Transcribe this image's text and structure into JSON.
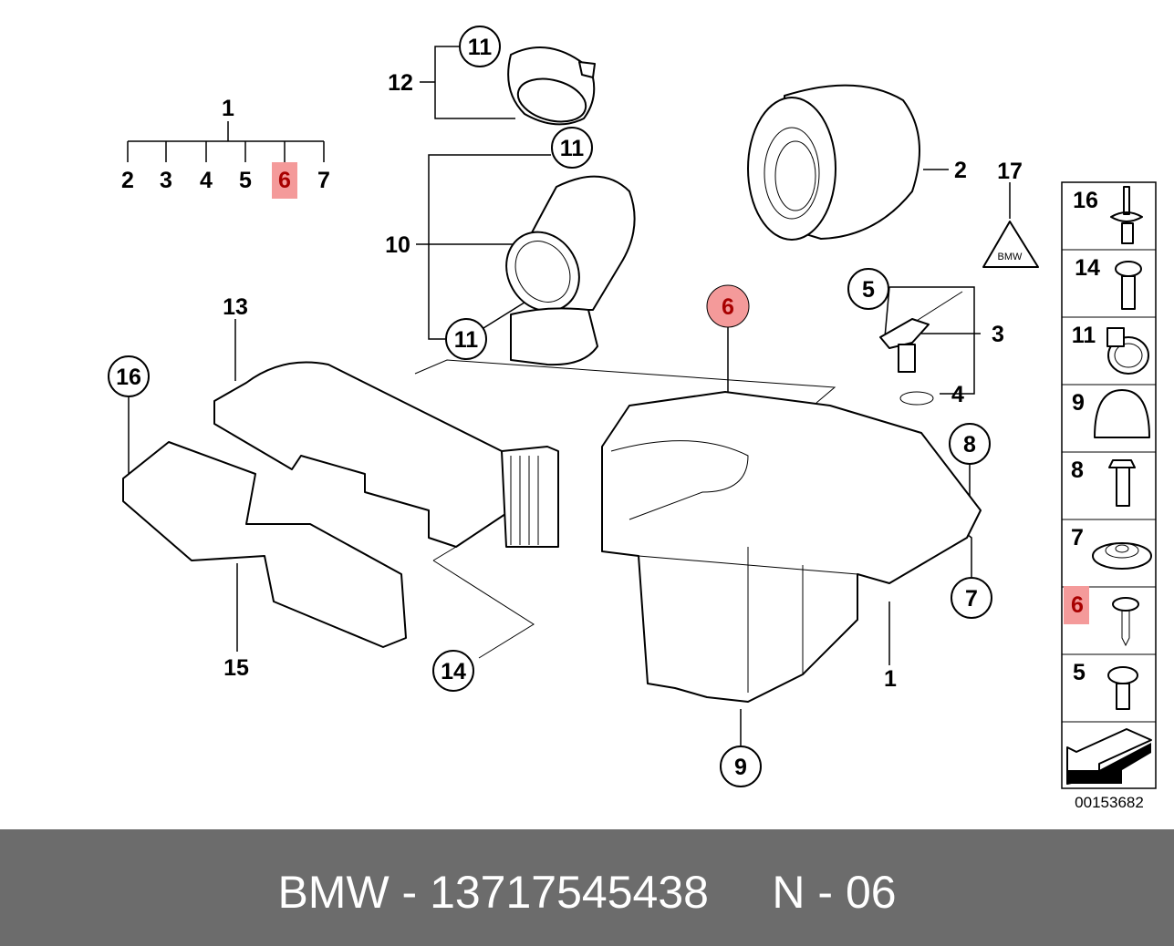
{
  "diagram": {
    "tree": {
      "parent": "1",
      "children": [
        "2",
        "3",
        "4",
        "5",
        "6",
        "7"
      ],
      "highlighted": "6"
    },
    "callouts_circled": {
      "c11a": "11",
      "c11b": "11",
      "c11c": "11",
      "c16": "16",
      "c6": "6",
      "c5": "5",
      "c8": "8",
      "c7": "7",
      "c14": "14",
      "c9": "9"
    },
    "callouts_plain": {
      "p12": "12",
      "p10": "10",
      "p13": "13",
      "p15": "15",
      "p2": "2",
      "p17": "17",
      "p3": "3",
      "p4": "4",
      "p1": "1"
    },
    "highlight_color": "#f49a9a",
    "side_panel": {
      "rows": [
        "16",
        "14",
        "11",
        "9",
        "8",
        "7",
        "6",
        "5"
      ],
      "highlighted": "6"
    },
    "diagram_number": "00153682"
  },
  "footer": {
    "text": "BMW - 13717545438     N - 06",
    "background": "#6c6c6c"
  }
}
